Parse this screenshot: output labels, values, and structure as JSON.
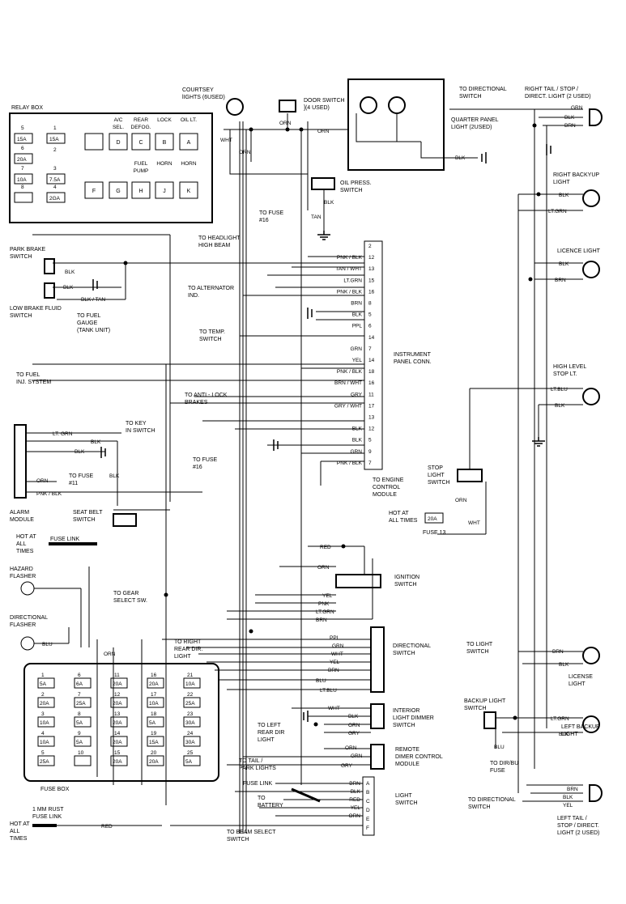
{
  "labels": {
    "relay_box": "RELAY BOX",
    "courtsey": [
      "COURTSEY",
      "lIGHTS (6USED)"
    ],
    "door_switch": [
      "DOOR SWITCH",
      "](4 USED)"
    ],
    "quarter_panel": [
      "QUARTER PANEL",
      "LIGHT (2USED)"
    ],
    "to_directional_top": [
      "TO DIRECTIONAL",
      "SWITCH"
    ],
    "right_tail": [
      "RIGHT TAIL / STOP /",
      "DIRECT. LIGHT (2 USED)"
    ],
    "oil_press": [
      "OIL PRESS.",
      "SWITCH"
    ],
    "to_fuse16_top": [
      "TO FUSE",
      "#16"
    ],
    "to_headlight": [
      "TO HEADLIGHT",
      "HIGH BEAM"
    ],
    "right_backup": [
      "RIGHT BACKYUP",
      "LIGHT"
    ],
    "park_brake": [
      "PARK BRAKE",
      "SWITCH"
    ],
    "low_brake": [
      "LOW BRAKE FLUID",
      "SWITCH"
    ],
    "to_alternator": [
      "TO ALTERNATOR",
      "IND."
    ],
    "licence_light": "LICENCE LIGHT",
    "to_fuel_gauge": [
      "TO FUEL",
      "GAUGE",
      "(TANK UNIT)"
    ],
    "to_temp": [
      "TO TEMP.",
      "SWITCH"
    ],
    "instrument_panel": [
      "INSTRUMENT",
      "PANEL CONN."
    ],
    "to_fuel_inj": [
      "TO FUEL",
      "INJ. SYSTEM"
    ],
    "high_level": [
      "HIGH LEVEL",
      "STOP LT."
    ],
    "to_anti_lock": [
      "TO ANTI - LOCK",
      "BRAKES"
    ],
    "to_key": [
      "TO KEY",
      "IN SWITCH"
    ],
    "to_fuse16_mid": [
      "TO FUSE",
      "#16"
    ],
    "to_fuse11": [
      "TO FUSE",
      "#11"
    ],
    "to_engine": [
      "TO ENGINE",
      "CONTROL",
      "MODULE"
    ],
    "stop_light": [
      "STOP",
      "LIGHT",
      "SWITCH"
    ],
    "alarm_module": [
      "ALARM",
      "MODULE"
    ],
    "seat_belt": [
      "SEAT BELT",
      "SWITCH"
    ],
    "hot_at_all_times_mid": [
      "HOT AT",
      "ALL TIMES"
    ],
    "fuse13": "FUSE 13",
    "fuse13_value": "20A",
    "hot_at_all_times_left": [
      "HOT AT",
      "ALL",
      "TIMES"
    ],
    "fuse_link": "FUSE LINK",
    "hazard_flasher": [
      "HAZARD",
      "FLASHER"
    ],
    "ignition_switch": [
      "IGNITION",
      "SWITCH"
    ],
    "to_gear": [
      "TO GEAR",
      "SELECT SW."
    ],
    "directional_flasher": [
      "DIRECTIONAL",
      "FLASHER"
    ],
    "to_right_rear": [
      "TO RIGHT",
      "REAR DIR.",
      "LIGHT"
    ],
    "directional_switch": [
      "DIRECTIONAL",
      "SWITCH"
    ],
    "to_light_switch": [
      "TO LIGHT",
      "SWITCH"
    ],
    "license_light_lower": [
      "LICENSE",
      "LIGHT"
    ],
    "interior_light": [
      "INTERIOR",
      "LIGHT DIMMER",
      "SWITCH"
    ],
    "backup_light_switch": [
      "BACKUP LIGHT",
      "SWITCH"
    ],
    "to_left_rear": [
      "TO LEFT",
      "REAR DIR",
      "LIGHT"
    ],
    "remote_dimmer": [
      "REMOTE",
      "DIMER CONTROL",
      "MODULE"
    ],
    "left_backup": [
      "LEFT BACKUP",
      "LIGHT"
    ],
    "to_dir_bu": [
      "TO DIR/BU",
      "FUSE"
    ],
    "to_tail": [
      "TO TAIL /",
      "PARK LIGHTS"
    ],
    "fuse_box": "FUSE BOX",
    "fuse_link_lower": "FUSE LINK",
    "to_battery": [
      "TO",
      "BATTERY"
    ],
    "light_switch": [
      "LIGHT",
      "SWITCH"
    ],
    "to_directional_bottom": [
      "TO DIRECTIONAL",
      "SWITCH"
    ],
    "left_tail": [
      "LEFT TAIL /",
      "STOP / DIRECT.",
      "LIGHT (2 USED)"
    ],
    "rust_fuse": [
      "1 MM RUST",
      "FUSE LINK"
    ],
    "hot_at_all_times_bottom": [
      "HOT AT",
      "ALL",
      "TIMES"
    ],
    "to_beam": [
      "TO BEAM SELECT",
      "SWITCH"
    ]
  },
  "relay_box": {
    "fuses": [
      {
        "num": "5",
        "val": "15A"
      },
      {
        "num": "1",
        "val": "15A"
      },
      {
        "num": "6",
        "val": "20A"
      },
      {
        "num": "7",
        "val": "10A"
      },
      {
        "num": "3",
        "val": "7.5A"
      },
      {
        "num": "8",
        "val": ""
      },
      {
        "num": "4",
        "val": "2GA"
      }
    ],
    "extra_num": "2",
    "relays_top": [
      {
        "letter": "",
        "caption": ""
      },
      {
        "letter": "D",
        "caption": "A/C\nSEL."
      },
      {
        "letter": "C",
        "caption": "REAR\nDEFOG."
      },
      {
        "letter": "B",
        "caption": "LOCK"
      },
      {
        "letter": "A",
        "caption": "OIL LT."
      }
    ],
    "relays_bottom": [
      {
        "letter": "F",
        "caption": ""
      },
      {
        "letter": "G",
        "caption": ""
      },
      {
        "letter": "H",
        "caption": "FUEL\nPUMP"
      },
      {
        "letter": "J",
        "caption": "HORN"
      },
      {
        "letter": "K",
        "caption": "HORN"
      }
    ]
  },
  "fuse_box": [
    {
      "num": "1",
      "val": "5A"
    },
    {
      "num": "6",
      "val": "6A"
    },
    {
      "num": "11",
      "val": "20A"
    },
    {
      "num": "16",
      "val": "20A"
    },
    {
      "num": "21",
      "val": "10A"
    },
    {
      "num": "2",
      "val": "20A"
    },
    {
      "num": "7",
      "val": "25A"
    },
    {
      "num": "12",
      "val": "20A"
    },
    {
      "num": "17",
      "val": "10A"
    },
    {
      "num": "22",
      "val": "25A"
    },
    {
      "num": "3",
      "val": "10A"
    },
    {
      "num": "8",
      "val": "5A"
    },
    {
      "num": "13",
      "val": "20A"
    },
    {
      "num": "18",
      "val": "5A"
    },
    {
      "num": "23",
      "val": "30A"
    },
    {
      "num": "4",
      "val": "10A"
    },
    {
      "num": "9",
      "val": "5A"
    },
    {
      "num": "14",
      "val": "20A"
    },
    {
      "num": "19",
      "val": "15A"
    },
    {
      "num": "24",
      "val": "30A"
    },
    {
      "num": "5",
      "val": "25A"
    },
    {
      "num": "10",
      "val": ""
    },
    {
      "num": "15",
      "val": "20A"
    },
    {
      "num": "20",
      "val": "20A"
    },
    {
      "num": "25",
      "val": "5A"
    }
  ],
  "connector_pins": [
    {
      "pin": "2",
      "wire": ""
    },
    {
      "pin": "12",
      "wire": "PNK / BLK"
    },
    {
      "pin": "13",
      "wire": "TAN / WHT"
    },
    {
      "pin": "15",
      "wire": "LT.GRN"
    },
    {
      "pin": "16",
      "wire": "PNK / BLK"
    },
    {
      "pin": "8",
      "wire": "BRN"
    },
    {
      "pin": "5",
      "wire": "BLK"
    },
    {
      "pin": "6",
      "wire": "PPL"
    },
    {
      "pin": "14",
      "wire": ""
    },
    {
      "pin": "7",
      "wire": "GRN"
    },
    {
      "pin": "14",
      "wire": "YEL"
    },
    {
      "pin": "18",
      "wire": "PNK / BLK"
    },
    {
      "pin": "16",
      "wire": "BRN / WHT"
    },
    {
      "pin": "11",
      "wire": "GRY"
    },
    {
      "pin": "17",
      "wire": "GRY / WHT"
    },
    {
      "pin": "13",
      "wire": ""
    },
    {
      "pin": "12",
      "wire": "BLK"
    },
    {
      "pin": "5",
      "wire": "BLK"
    },
    {
      "pin": "9",
      "wire": "GRN"
    },
    {
      "pin": "7",
      "wire": "PNK / BLK"
    }
  ],
  "light_switch_pins": [
    "A",
    "B",
    "C",
    "D",
    "E",
    "F"
  ],
  "light_switch_wires": [
    "BRN",
    "BLK",
    "RED",
    "YEL",
    "ORN"
  ],
  "wire_labels": {
    "orn_door": "ORN",
    "orn_courtsey": "ORN",
    "wht_courtsey": "WHT",
    "orn_quarter": "ORN",
    "blk_quarter": "BLK",
    "blk_oil": "BLK",
    "tan_oil": "TAN",
    "grn_rt": "GRN",
    "blk_rt": "BLK",
    "brn_rt": "BRN",
    "blk_rbk": "BLK",
    "ltgrn_rbk": "LT.GRN",
    "blk_lic": "BLK",
    "brn_lic": "BRN",
    "ltblu_hl": "LT.BLU",
    "blk_hl": "BLK",
    "blk_park": "BLK",
    "blk_low": "BLK",
    "blktan_low": "BLK / TAN",
    "ltgrn_alarm": "LT. GRN",
    "blk_alarm1": "BLK",
    "blk_alarm2": "BLK",
    "blk_seat": "BLK",
    "orn_alarm": "ORN",
    "pnkblk_alarm": "PNK / BLK",
    "orn_stop": "ORN",
    "wht_stop": "WHT",
    "red_ign": "RED",
    "orn_ign": "ORN",
    "yel_ign": "YEL",
    "pnk_ign": "PNK",
    "ltgrn_ign": "LT.GRN",
    "brn_ign": "BRN",
    "blu_flasher": "BLU",
    "orn_fusebox": "ORN",
    "ppl_dir": "PPL",
    "grn_dir": "GRN",
    "wht_dir": "WHT",
    "yel_dir": "YEL",
    "brn_dir": "BRN",
    "blu_dir": "BLU",
    "ltblu_dir": "LT.BLU",
    "wht_int": "WHT",
    "blk_int": "BLK",
    "orn_int": "ORN",
    "gry_int": "GRY",
    "orn_rem": "ORN",
    "grn_rem": "GRN",
    "gry_rem": "GRY",
    "brn_ls": "BRN",
    "blk_ls": "BLK",
    "ltgrn_lbk": "LT.GRN",
    "blk_lbk": "BLK",
    "blu_bus": "BLU",
    "brn_lt": "BRN",
    "blk_lt": "BLK",
    "yel_lt": "YEL",
    "red_bottom": "RED"
  }
}
